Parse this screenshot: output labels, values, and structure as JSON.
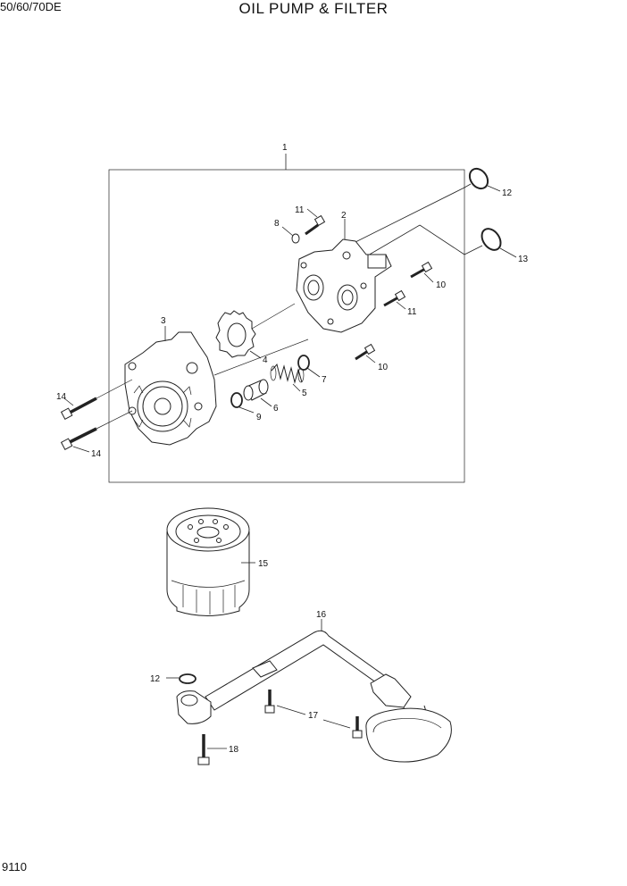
{
  "header": {
    "model": "50/60/70DE",
    "title": "OIL PUMP & FILTER"
  },
  "footer": {
    "page_number": "9110"
  },
  "callouts": {
    "c1": "1",
    "c2": "2",
    "c3": "3",
    "c4": "4",
    "c5": "5",
    "c6": "6",
    "c7": "7",
    "c8": "8",
    "c9": "9",
    "c10a": "10",
    "c10b": "10",
    "c11a": "11",
    "c11b": "11",
    "c12a": "12",
    "c12b": "12",
    "c13": "13",
    "c14a": "14",
    "c14b": "14",
    "c15": "15",
    "c16": "16",
    "c17": "17",
    "c18": "18"
  }
}
